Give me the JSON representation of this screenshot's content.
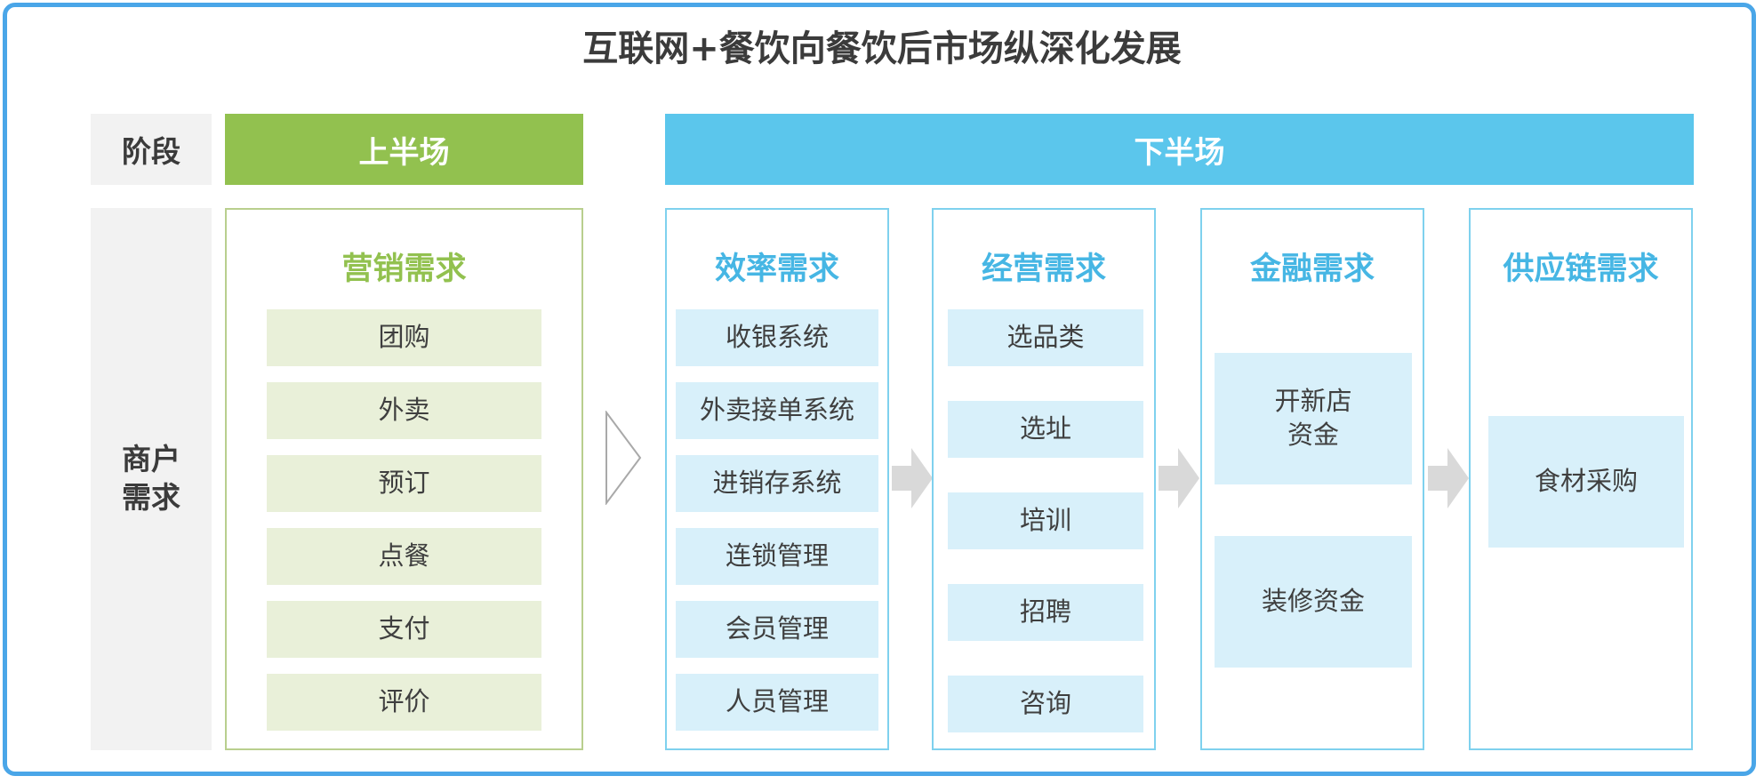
{
  "title": "互联网+餐饮向餐饮后市场纵深化发展",
  "stage_label": "阶段",
  "merchant_label": "商户\n需求",
  "headers": {
    "upper": "上半场",
    "lower": "下半场"
  },
  "panels": [
    {
      "title": "营销需求",
      "items": [
        "团购",
        "外卖",
        "预订",
        "点餐",
        "支付",
        "评价"
      ]
    },
    {
      "title": "效率需求",
      "items": [
        "收银系统",
        "外卖接单系统",
        "进销存系统",
        "连锁管理",
        "会员管理",
        "人员管理"
      ]
    },
    {
      "title": "经营需求",
      "items": [
        "选品类",
        "选址",
        "培训",
        "招聘",
        "咨询"
      ]
    },
    {
      "title": "金融需求",
      "items": [
        "开新店\n资金",
        "装修资金"
      ]
    },
    {
      "title": "供应链需求",
      "items": [
        "食材采购"
      ]
    }
  ],
  "colors": {
    "frame": "#4aa6e8",
    "green": "#92c14f",
    "blue": "#5bc6ec",
    "green_item": "#e9f0d9",
    "blue_item": "#d8f0fa",
    "arrow": "#d9d9d9"
  }
}
